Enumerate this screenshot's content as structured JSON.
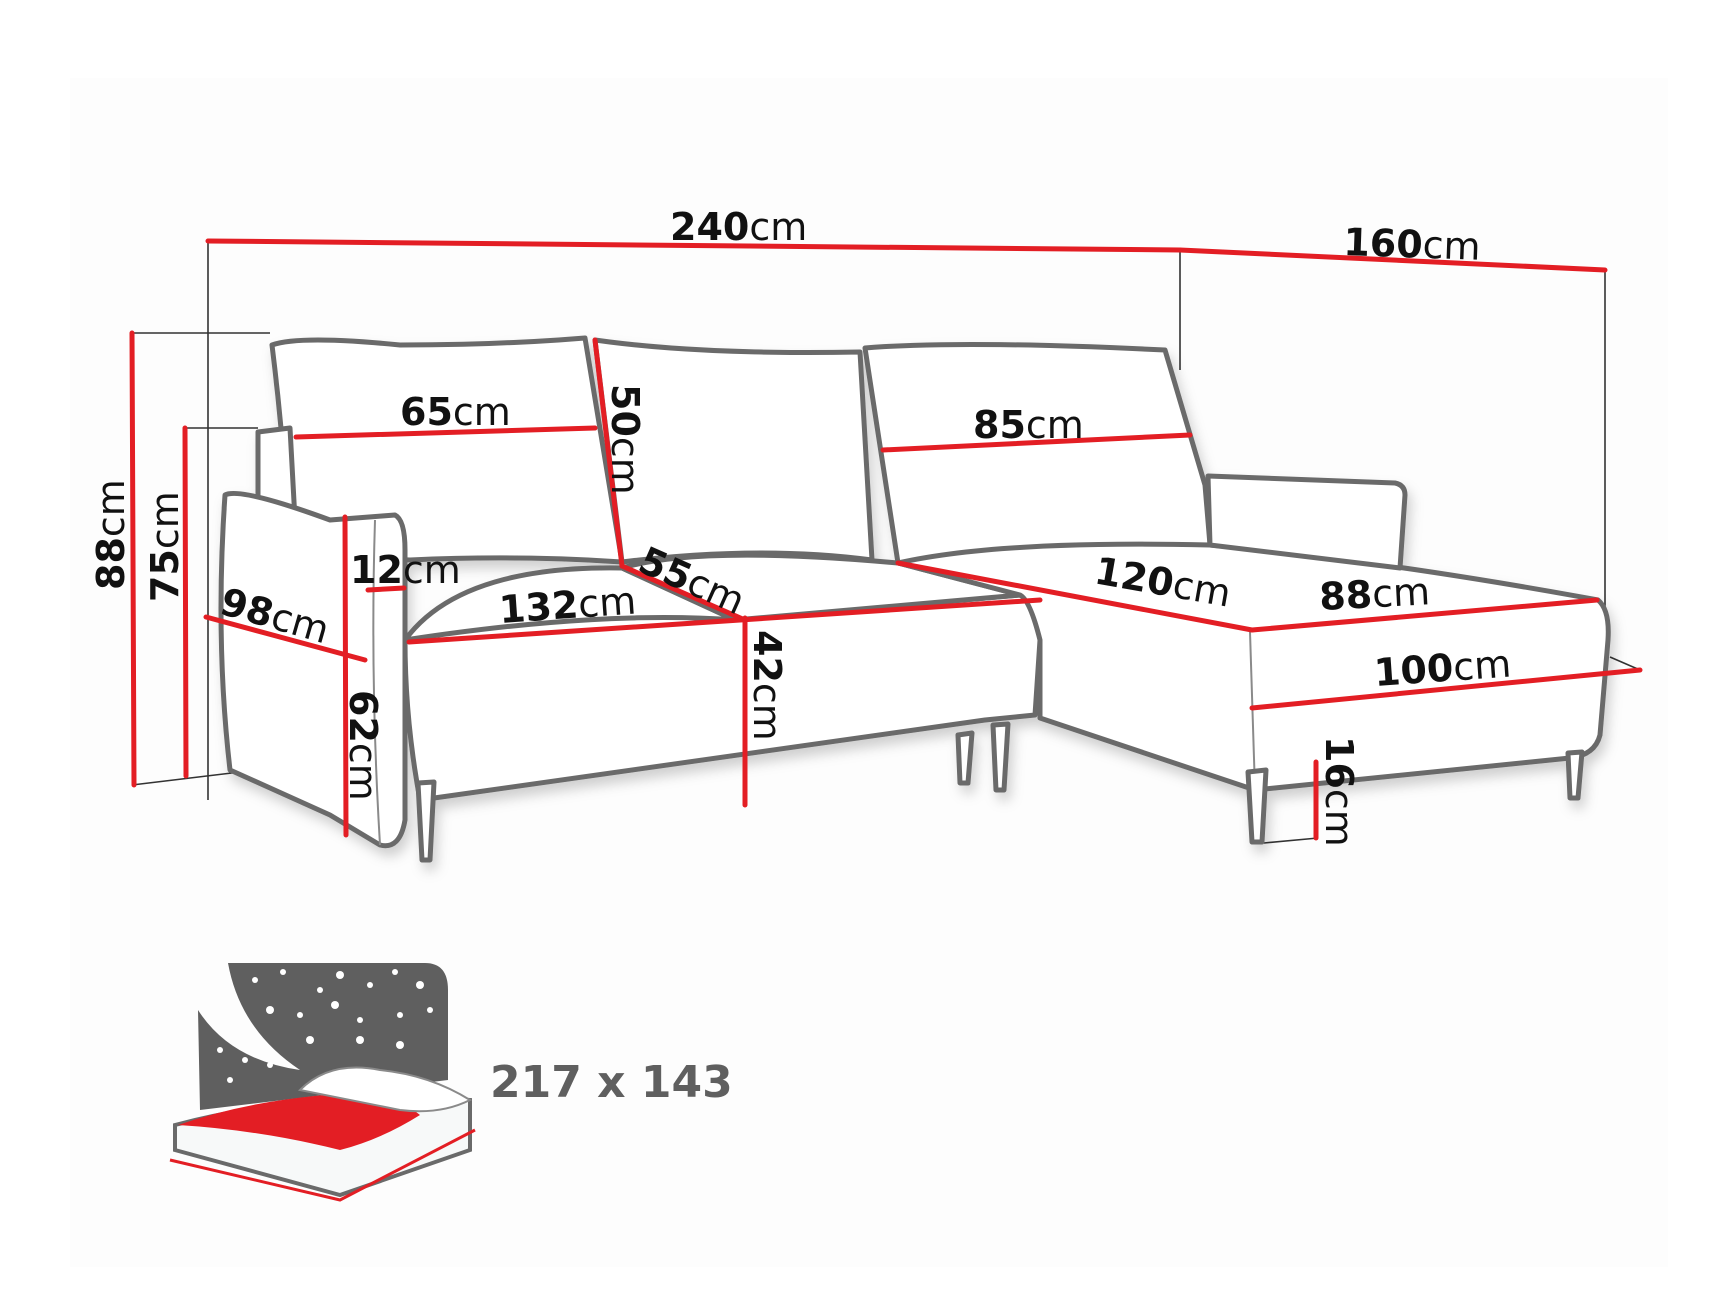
{
  "diagram": {
    "subject": "Corner sofa bed dimension drawing",
    "unit": "cm",
    "colors": {
      "dimension_line": "#e31e24",
      "outline": "#6a6a6a",
      "text": "#111111",
      "bed_icon": "#5f5f5f",
      "bed_red": "#e31e24"
    },
    "dimensions": {
      "total_width": {
        "value": "240",
        "unit": "cm"
      },
      "chaise_depth": {
        "value": "160",
        "unit": "cm"
      },
      "total_height": {
        "value": "88",
        "unit": "cm"
      },
      "armrest_height": {
        "value": "75",
        "unit": "cm"
      },
      "back_cushion_left_width": {
        "value": "65",
        "unit": "cm"
      },
      "back_cushion_height": {
        "value": "50",
        "unit": "cm"
      },
      "back_cushion_right_width": {
        "value": "85",
        "unit": "cm"
      },
      "armrest_width": {
        "value": "12",
        "unit": "cm"
      },
      "armrest_depth": {
        "value": "98",
        "unit": "cm"
      },
      "seat_width": {
        "value": "132",
        "unit": "cm"
      },
      "seat_depth": {
        "value": "55",
        "unit": "cm"
      },
      "armrest_side_height": {
        "value": "62",
        "unit": "cm"
      },
      "seat_height": {
        "value": "42",
        "unit": "cm"
      },
      "chaise_seat_length": {
        "value": "120",
        "unit": "cm"
      },
      "chaise_seat_width": {
        "value": "88",
        "unit": "cm"
      },
      "chaise_width": {
        "value": "100",
        "unit": "cm"
      },
      "leg_height": {
        "value": "16",
        "unit": "cm"
      }
    },
    "sleeping_area": {
      "label": "217 x 143",
      "icon": "bed-with-stars-icon"
    }
  }
}
